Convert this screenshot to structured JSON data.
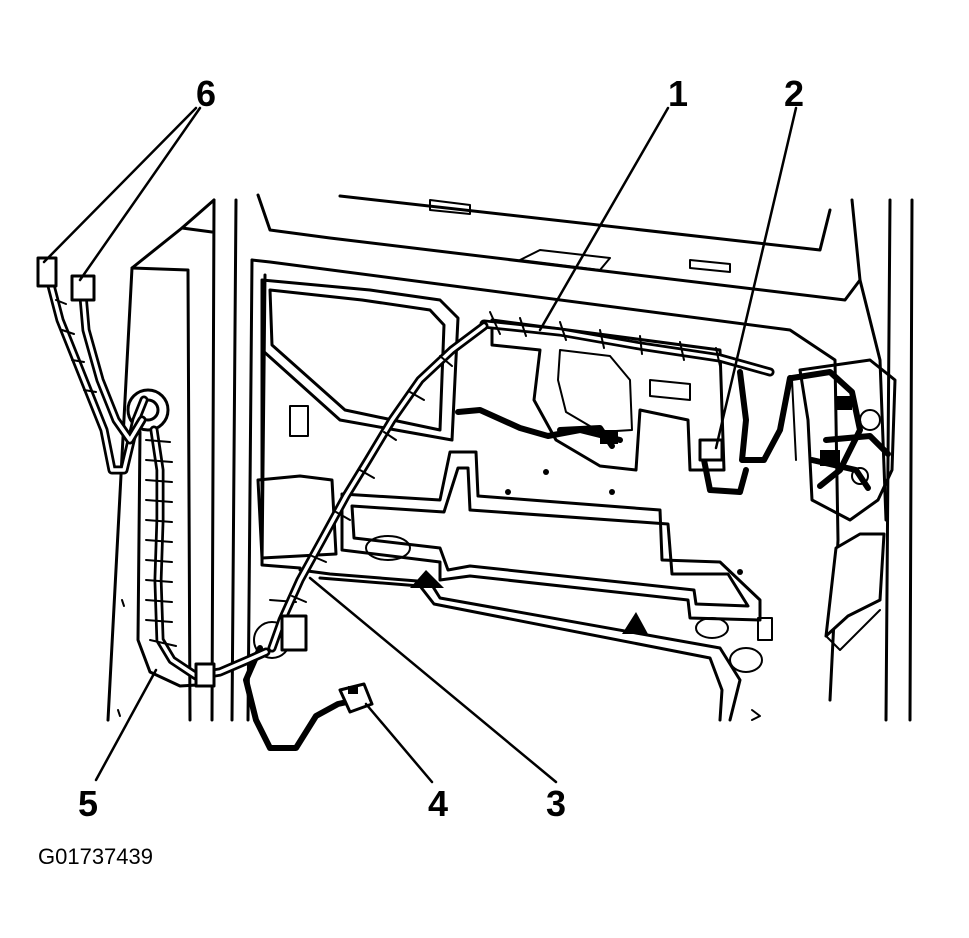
{
  "callouts": [
    {
      "id": "1",
      "label": "1"
    },
    {
      "id": "2",
      "label": "2"
    },
    {
      "id": "3",
      "label": "3"
    },
    {
      "id": "4",
      "label": "4"
    },
    {
      "id": "5",
      "label": "5"
    },
    {
      "id": "6",
      "label": "6"
    }
  ],
  "figure_id": "G01737439"
}
